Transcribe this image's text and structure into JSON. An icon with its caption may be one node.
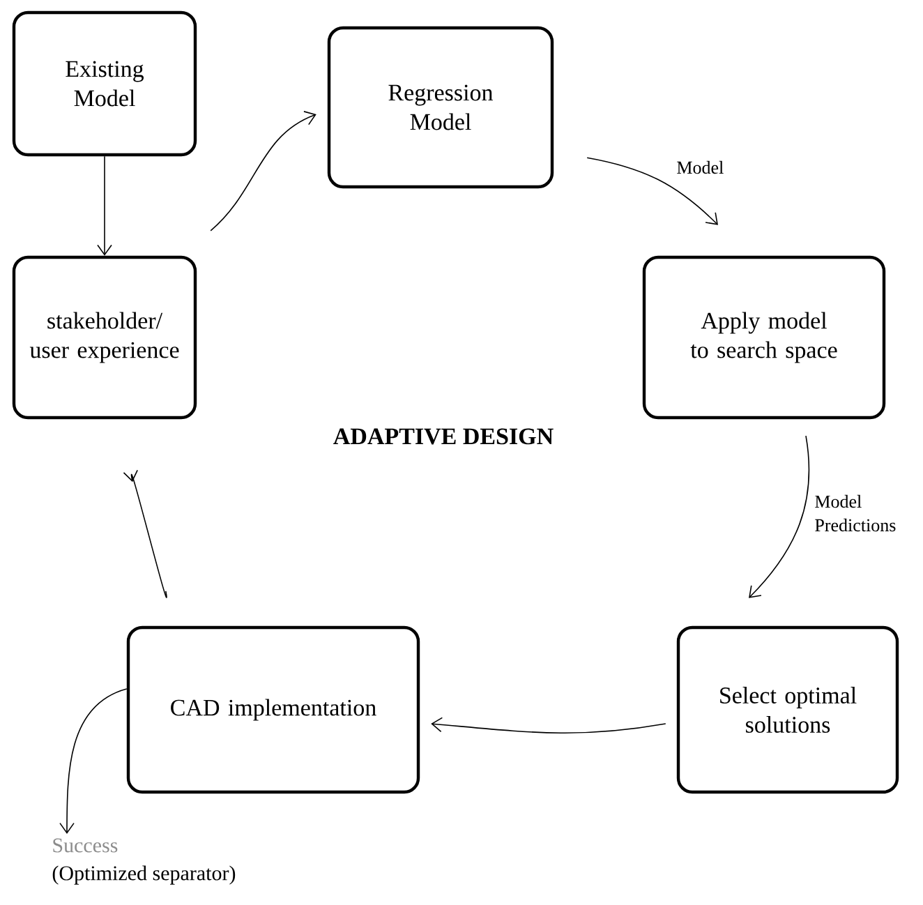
{
  "diagram": {
    "nodes": [
      {
        "text": [
          "Existing Model"
        ]
      },
      {
        "text": [
          "Regression Model"
        ]
      },
      {
        "text": [
          "Apply model to search space"
        ]
      },
      {
        "text": [
          "Select optimal solutions"
        ]
      },
      {
        "text": [
          "CAD implementation"
        ]
      },
      {
        "text": [
          "stakeholder/ user experience"
        ]
      },
      {
        "text": [
          "Success",
          "(Optimized separator)"
        ]
      }
    ],
    "edges": [
      {
        "from": 0,
        "to": 5,
        "arrow": "to"
      },
      {
        "from": 5,
        "to": 1,
        "arrow": "to"
      },
      {
        "from": 1,
        "to": 2,
        "arrow": "to",
        "label": "Model"
      },
      {
        "from": 2,
        "to": 3,
        "arrow": "to",
        "label": "Model Predictions"
      },
      {
        "from": 3,
        "to": 4,
        "arrow": "to"
      },
      {
        "from": 4,
        "to": 5,
        "arrow": "to"
      },
      {
        "from": 4,
        "to": 6,
        "arrow": "to"
      }
    ],
    "labels": [
      "ADAPTIVE DESIGN"
    ]
  }
}
